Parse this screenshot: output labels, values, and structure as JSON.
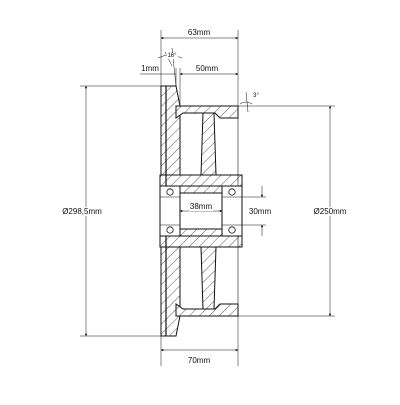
{
  "dimensions": {
    "top_width": "63mm",
    "flange_angle": "16°",
    "flange_width": "1mm",
    "hub_width": "50mm",
    "taper_angle": "3°",
    "outer_diameter": "Ø298,5mm",
    "tread_diameter": "Ø250mm",
    "bore_width": "38mm",
    "bearing_offset": "30mm",
    "bottom_width": "70mm"
  }
}
